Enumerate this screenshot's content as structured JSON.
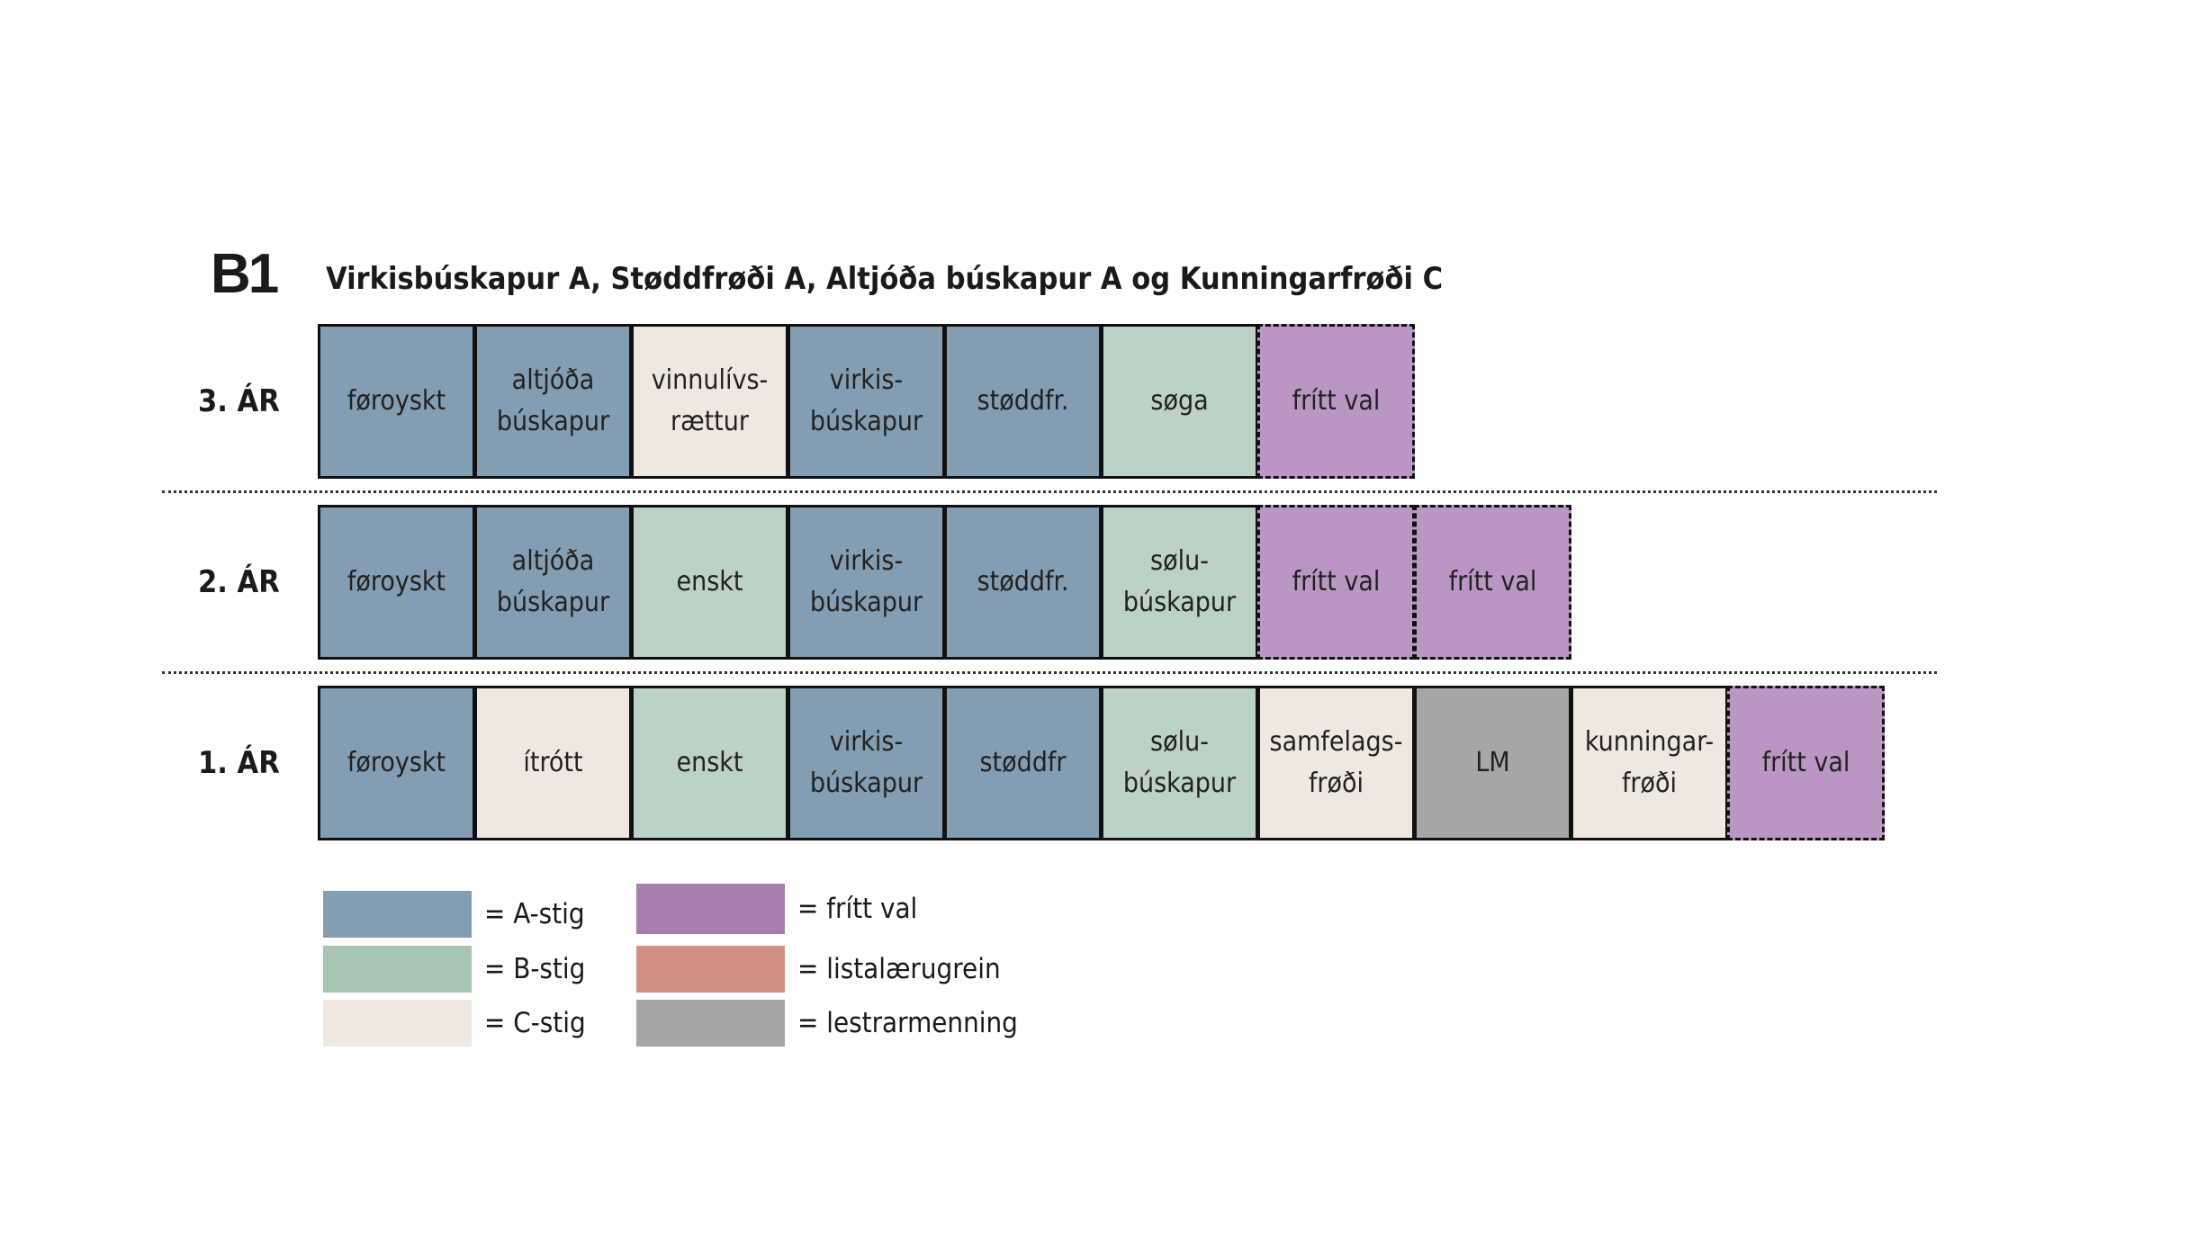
{
  "heading": {
    "code": "B1",
    "title": "Virkisbúskapur A, Støddfrøði A, Altjóða búskapur A og Kunningarfrøði C"
  },
  "colors": {
    "a_stig": "#839eb2",
    "b_stig": "#bcd2c6",
    "c_stig": "#f0e8de",
    "fritt_val": "#b997c2",
    "listalaerugrein": "#d38e85",
    "lestrarmenning": "#a7a6a7"
  },
  "legend_colors": {
    "a_stig": "#839eb2",
    "b_stig": "#a8c5b2",
    "c_stig": "#f0e8de",
    "fritt_val": "#a97ead",
    "listalaerugrein": "#d38e85",
    "lestrarmenning": "#a7a6a7"
  },
  "rows": [
    {
      "label": "3. ÁR",
      "cells": [
        {
          "text": "føroyskt",
          "level": "a_stig",
          "dashed": false
        },
        {
          "text": "altjóða\nbúskapur",
          "level": "a_stig",
          "dashed": false
        },
        {
          "text": "vinnulívs-\nrættur",
          "level": "c_stig",
          "dashed": false
        },
        {
          "text": "virkis-\nbúskapur",
          "level": "a_stig",
          "dashed": false
        },
        {
          "text": "støddfr.",
          "level": "a_stig",
          "dashed": false
        },
        {
          "text": "søga",
          "level": "b_stig",
          "dashed": false
        },
        {
          "text": "frítt val",
          "level": "fritt_val",
          "dashed": true
        }
      ]
    },
    {
      "label": "2. ÁR",
      "cells": [
        {
          "text": "føroyskt",
          "level": "a_stig",
          "dashed": false
        },
        {
          "text": "altjóða\nbúskapur",
          "level": "a_stig",
          "dashed": false
        },
        {
          "text": "enskt",
          "level": "b_stig",
          "dashed": false
        },
        {
          "text": "virkis-\nbúskapur",
          "level": "a_stig",
          "dashed": false
        },
        {
          "text": "støddfr.",
          "level": "a_stig",
          "dashed": false
        },
        {
          "text": "sølu-\nbúskapur",
          "level": "b_stig",
          "dashed": false
        },
        {
          "text": "frítt val",
          "level": "fritt_val",
          "dashed": true
        },
        {
          "text": "frítt val",
          "level": "fritt_val",
          "dashed": true
        }
      ]
    },
    {
      "label": "1. ÁR",
      "cells": [
        {
          "text": "føroyskt",
          "level": "a_stig",
          "dashed": false
        },
        {
          "text": "ítrótt",
          "level": "c_stig",
          "dashed": false
        },
        {
          "text": "enskt",
          "level": "b_stig",
          "dashed": false
        },
        {
          "text": "virkis-\nbúskapur",
          "level": "a_stig",
          "dashed": false
        },
        {
          "text": "støddfr",
          "level": "a_stig",
          "dashed": false
        },
        {
          "text": "sølu-\nbúskapur",
          "level": "b_stig",
          "dashed": false
        },
        {
          "text": "samfelags-\nfrøði",
          "level": "c_stig",
          "dashed": false
        },
        {
          "text": "LM",
          "level": "lestrarmenning",
          "dashed": false
        },
        {
          "text": "kunningar-\nfrøði",
          "level": "c_stig",
          "dashed": false
        },
        {
          "text": "frítt val",
          "level": "fritt_val",
          "dashed": true
        }
      ]
    }
  ],
  "legend": [
    {
      "key": "a_stig",
      "text": "= A-stig"
    },
    {
      "key": "b_stig",
      "text": "= B-stig"
    },
    {
      "key": "c_stig",
      "text": "= C-stig"
    },
    {
      "key": "fritt_val",
      "text": "= frítt val"
    },
    {
      "key": "listalaerugrein",
      "text": "= listalærugrein"
    },
    {
      "key": "lestrarmenning",
      "text": "= lestrarmenning"
    }
  ]
}
